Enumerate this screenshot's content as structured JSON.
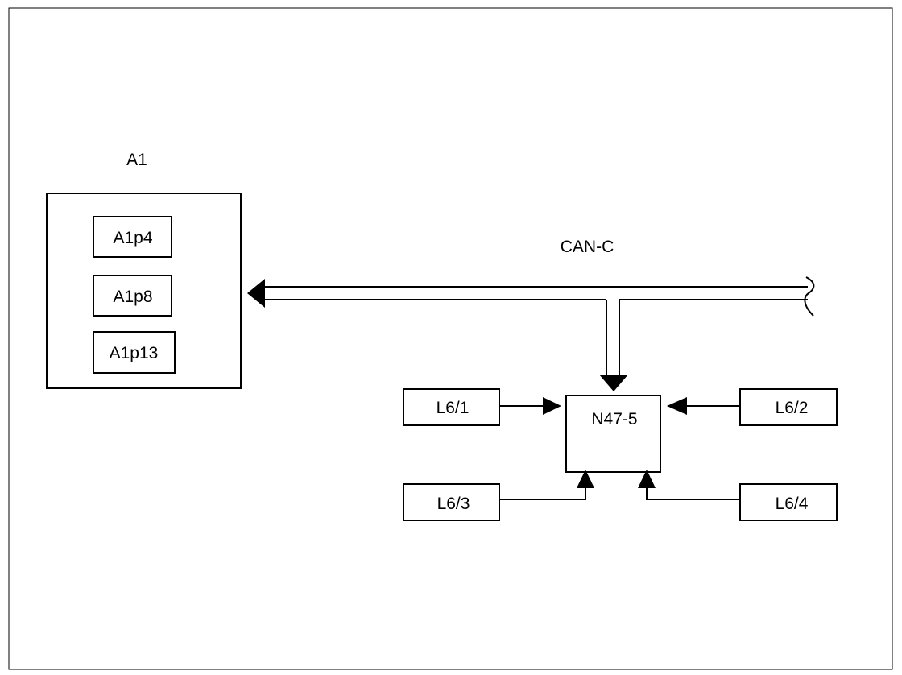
{
  "diagram": {
    "module_title": "A1",
    "module_parts": [
      "A1p4",
      "A1p8",
      "A1p13"
    ],
    "bus_label": "CAN-C",
    "control_unit": "N47-5",
    "sensors": [
      "L6/1",
      "L6/2",
      "L6/3",
      "L6/4"
    ]
  }
}
